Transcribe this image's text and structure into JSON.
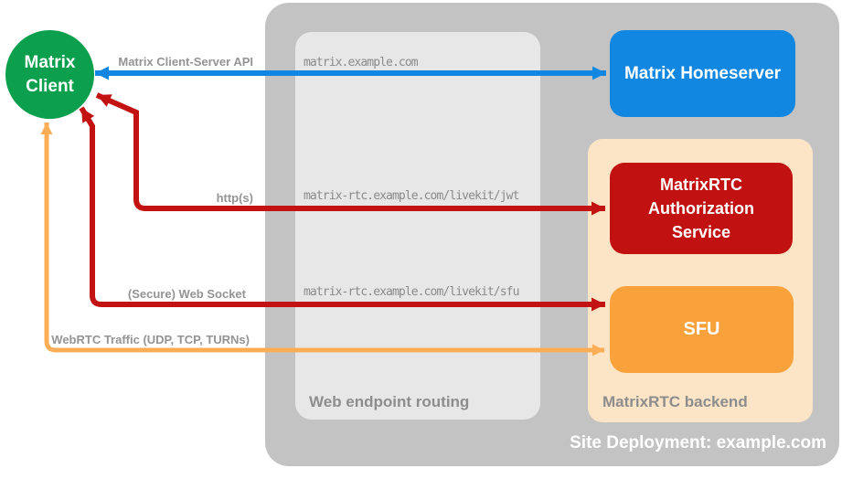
{
  "client": {
    "label": "Matrix Client"
  },
  "containers": {
    "site_deployment": {
      "label": "Site Deployment: example.com"
    },
    "web_endpoint_routing": {
      "label": "Web endpoint routing"
    },
    "matrixrtc_backend": {
      "label": "MatrixRTC backend"
    }
  },
  "nodes": {
    "homeserver": {
      "label": "Matrix Homeserver",
      "color": "#1287e2"
    },
    "auth_service": {
      "label": "MatrixRTC Authorization Service",
      "color": "#c11111"
    },
    "sfu": {
      "label": "SFU",
      "color": "#f9a23c"
    }
  },
  "endpoints": {
    "homeserver": "matrix.example.com",
    "jwt": "matrix-rtc.example.com/livekit/jwt",
    "sfu": "matrix-rtc.example.com/livekit/sfu"
  },
  "arrows": {
    "client_server_api": {
      "label": "Matrix Client-Server API",
      "color": "#1287e2",
      "bidirectional": true
    },
    "https": {
      "label": "http(s)",
      "color": "#c31212",
      "bidirectional": true
    },
    "web_socket": {
      "label": "(Secure) Web Socket",
      "color": "#c31212",
      "bidirectional": true
    },
    "webrtc": {
      "label": "WebRTC Traffic (UDP, TCP, TURNs)",
      "color": "#fbae55",
      "bidirectional": true
    }
  },
  "colors": {
    "client_green": "#0c9f4d",
    "homeserver_blue": "#1287e2",
    "auth_red": "#c11111",
    "sfu_orange": "#f9a23c",
    "webrtc_arrow_orange": "#fbae55",
    "backend_peach": "#fce4c6",
    "site_container_gray": "#c3c3c3",
    "routing_box_gray": "#e7e7e7",
    "label_gray": "#949494",
    "background": "#ffffff"
  }
}
